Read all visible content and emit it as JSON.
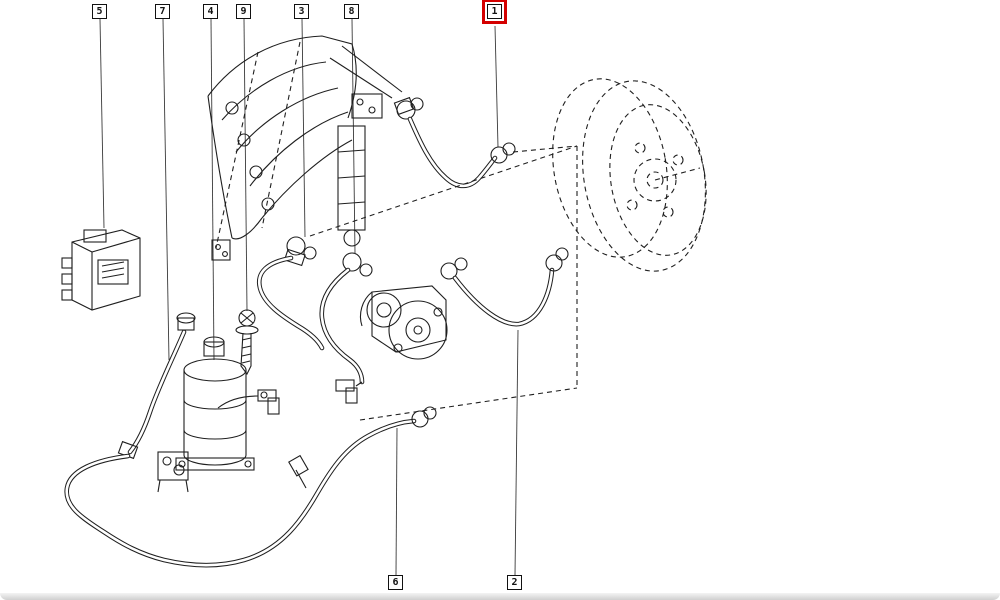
{
  "diagram": {
    "background": "#ffffff",
    "line_color": "#1f1f1f",
    "highlight_color": "#d40000",
    "callouts": [
      {
        "label": "5",
        "highlighted": false
      },
      {
        "label": "7",
        "highlighted": false
      },
      {
        "label": "4",
        "highlighted": false
      },
      {
        "label": "9",
        "highlighted": false
      },
      {
        "label": "3",
        "highlighted": false
      },
      {
        "label": "8",
        "highlighted": false
      },
      {
        "label": "1",
        "highlighted": true
      },
      {
        "label": "6",
        "highlighted": false
      },
      {
        "label": "2",
        "highlighted": false
      }
    ]
  }
}
